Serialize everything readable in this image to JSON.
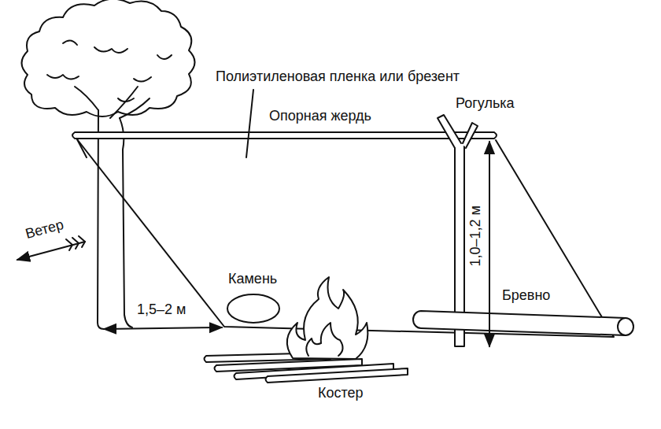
{
  "diagram": {
    "labels": [
      "Полиэтиленовая пленка или брезент",
      "Опорная жердь",
      "Рогулька",
      "Ветер",
      "Камень",
      "1,5–2 м",
      "1,0–1,2 м",
      "Бревно",
      "Костер"
    ]
  }
}
